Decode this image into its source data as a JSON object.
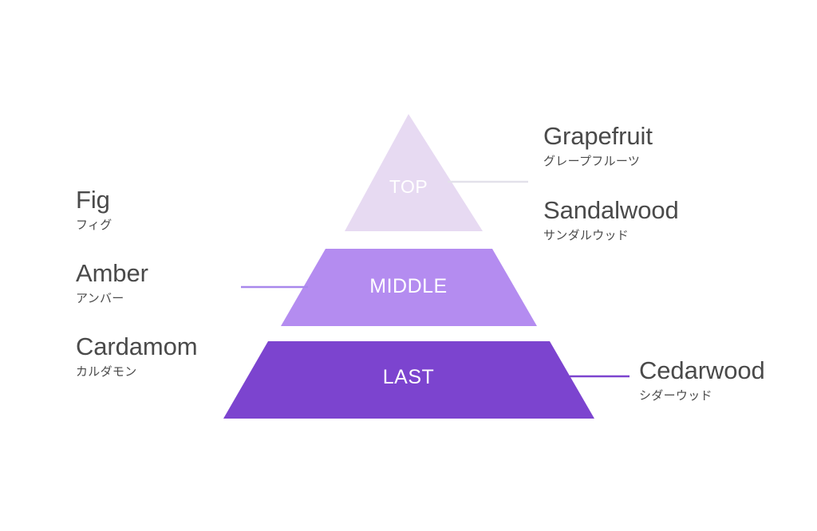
{
  "diagram": {
    "type": "fragrance-pyramid",
    "background": "#ffffff",
    "text_color": "#4a4a4a",
    "tiers": [
      {
        "id": "top",
        "caption": "TOP",
        "fill": "#e7daf2",
        "caption_color": "#ffffff"
      },
      {
        "id": "middle",
        "caption": "MIDDLE",
        "fill": "#b48cf0",
        "caption_color": "#ffffff"
      },
      {
        "id": "last",
        "caption": "LAST",
        "fill": "#7c44cf",
        "caption_color": "#ffffff"
      }
    ],
    "connectors": [
      {
        "id": "connector-top",
        "color": "#e3e1ea"
      },
      {
        "id": "connector-middle",
        "color": "#a888ec"
      },
      {
        "id": "connector-last",
        "color": "#7c44cf"
      }
    ],
    "notes_left": [
      {
        "id": "fig",
        "en": "Fig",
        "ja": "フィグ"
      },
      {
        "id": "amber",
        "en": "Amber",
        "ja": "アンバー"
      },
      {
        "id": "cardamom",
        "en": "Cardamom",
        "ja": "カルダモン"
      }
    ],
    "notes_right": [
      {
        "id": "grapefruit",
        "en": "Grapefruit",
        "ja": "グレープフルーツ"
      },
      {
        "id": "sandalwood",
        "en": "Sandalwood",
        "ja": "サンダルウッド"
      },
      {
        "id": "cedarwood",
        "en": "Cedarwood",
        "ja": "シダーウッド"
      }
    ]
  }
}
